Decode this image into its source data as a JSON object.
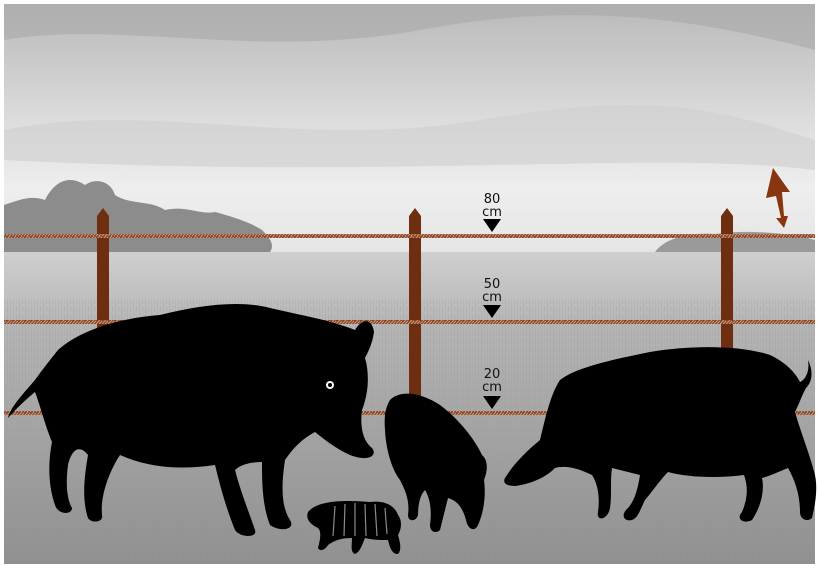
{
  "fence": {
    "wire_heights": [
      {
        "value": "80",
        "unit": "cm"
      },
      {
        "value": "50",
        "unit": "cm"
      },
      {
        "value": "20",
        "unit": "cm"
      }
    ],
    "post_count": 3
  },
  "icons": {
    "voltage": "lightning-bolt-icon",
    "marker": "down-triangle-icon"
  },
  "colors": {
    "wire": "#8a4a2a",
    "post": "#6e2e10",
    "lightning": "#8a3512",
    "silhouette": "#000000",
    "sky_top": "#bdbdbd",
    "field": "#a0a0a0"
  }
}
